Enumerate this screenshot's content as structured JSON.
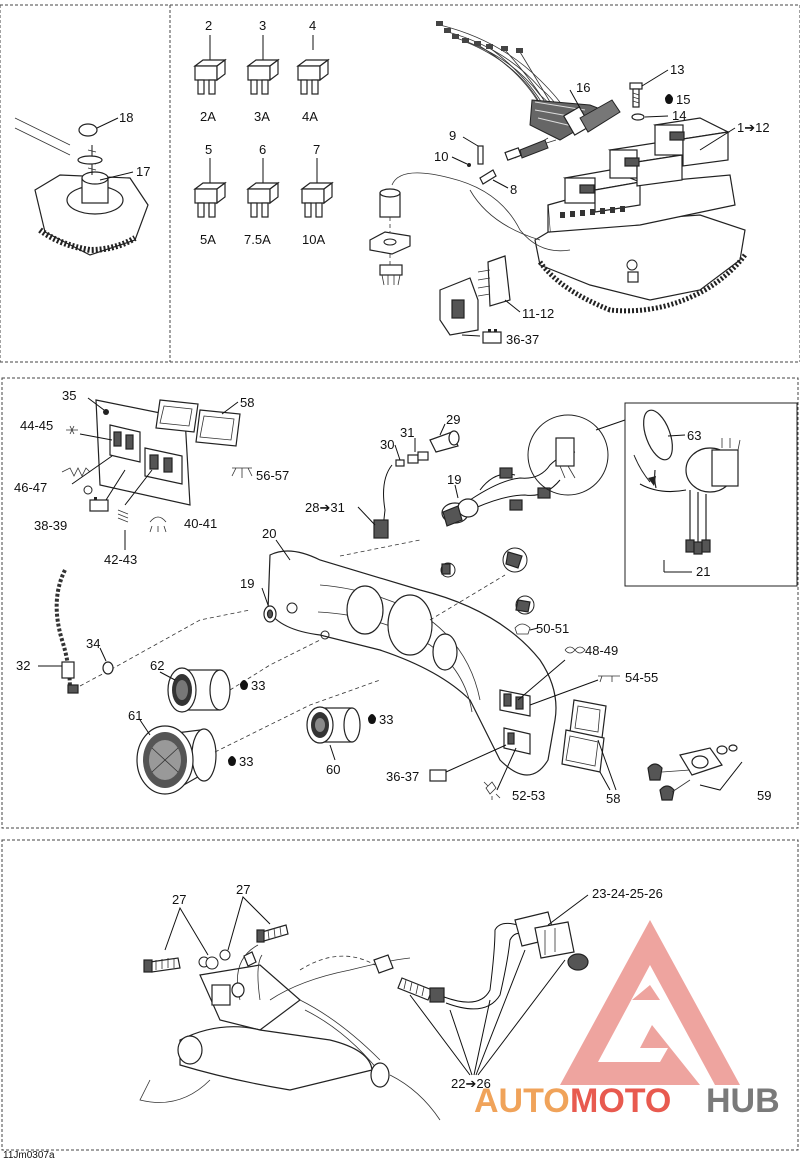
{
  "diagram": {
    "fuses": [
      {
        "callout": "2",
        "rating": "2A"
      },
      {
        "callout": "3",
        "rating": "3A"
      },
      {
        "callout": "4",
        "rating": "4A"
      },
      {
        "callout": "5",
        "rating": "5A"
      },
      {
        "callout": "6",
        "rating": "7.5A"
      },
      {
        "callout": "7",
        "rating": "10A"
      }
    ],
    "callouts_top": [
      "18",
      "17",
      "16",
      "13",
      "15",
      "14",
      "1➔12",
      "9",
      "10",
      "8",
      "11-12",
      "36-37"
    ],
    "callouts_middle": [
      "35",
      "58",
      "44-45",
      "46-47",
      "38-39",
      "42-43",
      "40-41",
      "56-57",
      "30",
      "31",
      "29",
      "28➔31",
      "19",
      "63",
      "21",
      "20",
      "19",
      "32",
      "34",
      "62",
      "33",
      "61",
      "33",
      "60",
      "33",
      "50-51",
      "48-49",
      "54-55",
      "36-37",
      "52-53",
      "58",
      "59"
    ],
    "callouts_bottom": [
      "27",
      "27",
      "23-24-25-26",
      "22➔26"
    ],
    "figure_id": "11Jm0307a"
  },
  "watermark": {
    "part1": "AUTO",
    "part2": "MOTO",
    "part3": "HUB",
    "colors": {
      "auto": "#f0a35a",
      "moto": "#e85a4f",
      "hub": "#7a7a7a",
      "mark": "#e8867f"
    }
  }
}
